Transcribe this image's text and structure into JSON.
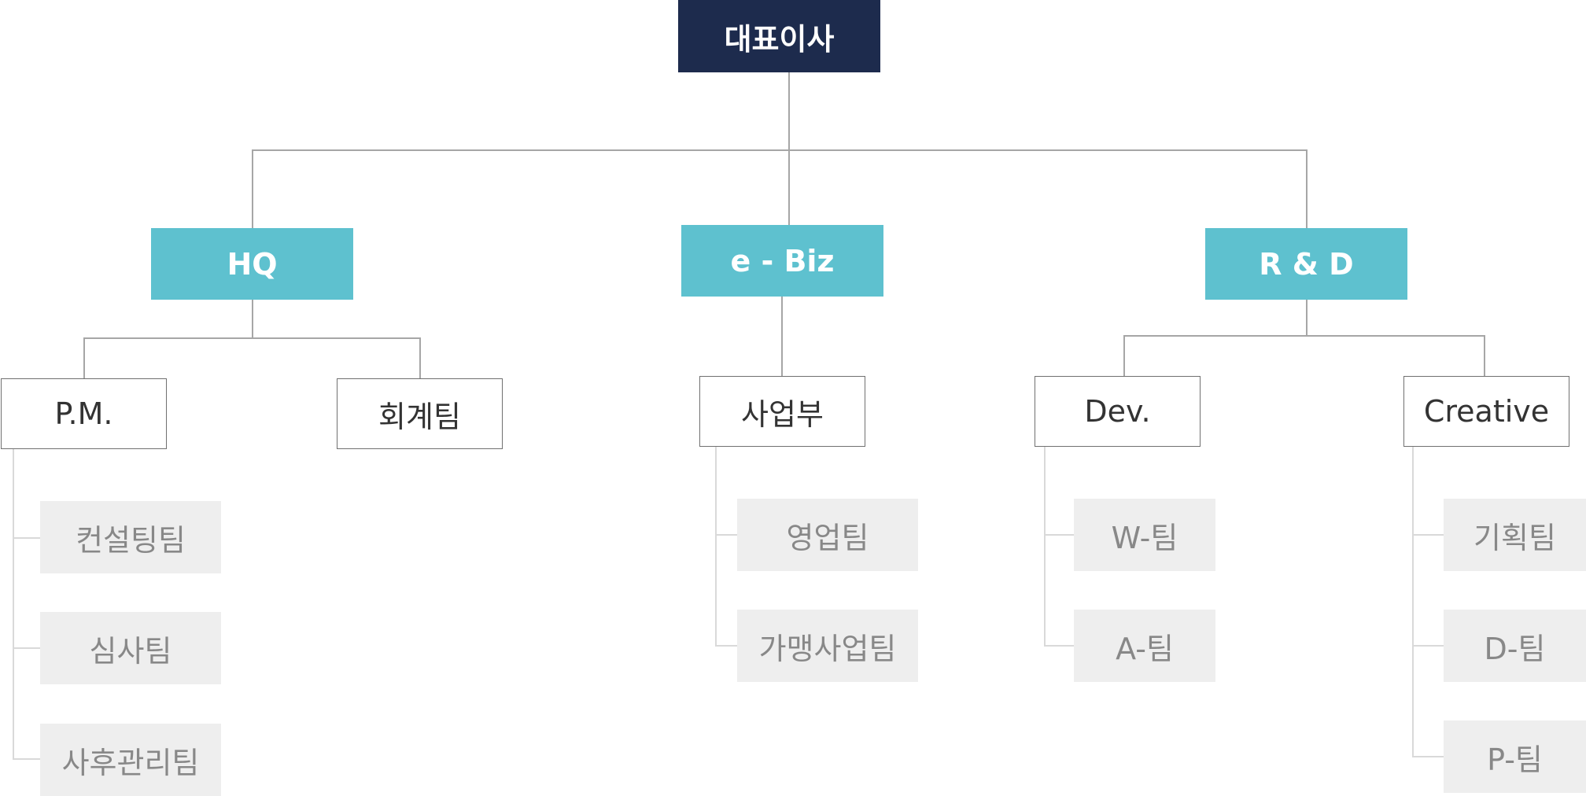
{
  "org": {
    "ceo": "대표이사",
    "divisions": {
      "hq": {
        "label": "HQ",
        "units": {
          "pm": {
            "label": "P.M.",
            "teams": [
              "컨설팅팀",
              "심사팀",
              "사후관리팀"
            ]
          },
          "accounting": {
            "label": "회계팀"
          }
        }
      },
      "ebiz": {
        "label": "e - Biz",
        "units": {
          "business": {
            "label": "사업부",
            "teams": [
              "영업팀",
              "가맹사업팀"
            ]
          }
        }
      },
      "rnd": {
        "label": "R & D",
        "units": {
          "dev": {
            "label": "Dev.",
            "teams": [
              "W-팀",
              "A-팀"
            ]
          },
          "creative": {
            "label": "Creative",
            "teams": [
              "기획팀",
              "D-팀",
              "P-팀"
            ]
          }
        }
      }
    }
  },
  "colors": {
    "ceo_fill": "#1d2b4d",
    "division_fill": "#5ec1cf",
    "unit_border": "#707070",
    "team_fill": "#eeeeee",
    "connector": "#a6a6a6",
    "team_connector": "#d9d9d9"
  }
}
